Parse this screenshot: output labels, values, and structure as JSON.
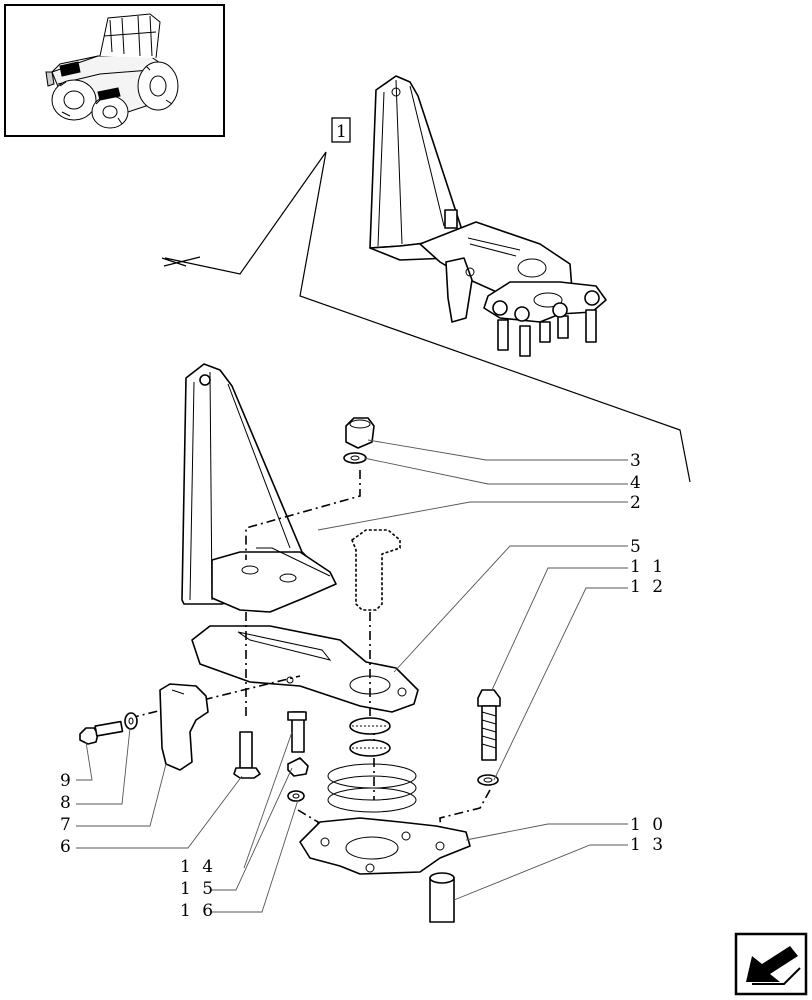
{
  "title_box": {
    "label": "1"
  },
  "callouts": [
    {
      "id": "c3",
      "text": "3"
    },
    {
      "id": "c4",
      "text": "4"
    },
    {
      "id": "c2",
      "text": "2"
    },
    {
      "id": "c5",
      "text": "5"
    },
    {
      "id": "c11",
      "text": "1 1"
    },
    {
      "id": "c12",
      "text": "1 2"
    },
    {
      "id": "c9",
      "text": "9"
    },
    {
      "id": "c8",
      "text": "8"
    },
    {
      "id": "c7",
      "text": "7"
    },
    {
      "id": "c6",
      "text": "6"
    },
    {
      "id": "c14",
      "text": "1 4"
    },
    {
      "id": "c15",
      "text": "1 5"
    },
    {
      "id": "c16",
      "text": "1 6"
    },
    {
      "id": "c10",
      "text": "1 0"
    },
    {
      "id": "c13",
      "text": "1 3"
    }
  ],
  "icons": {
    "thumbnail": "tractor-thumbnail",
    "nav": "arrow-left-icon"
  }
}
